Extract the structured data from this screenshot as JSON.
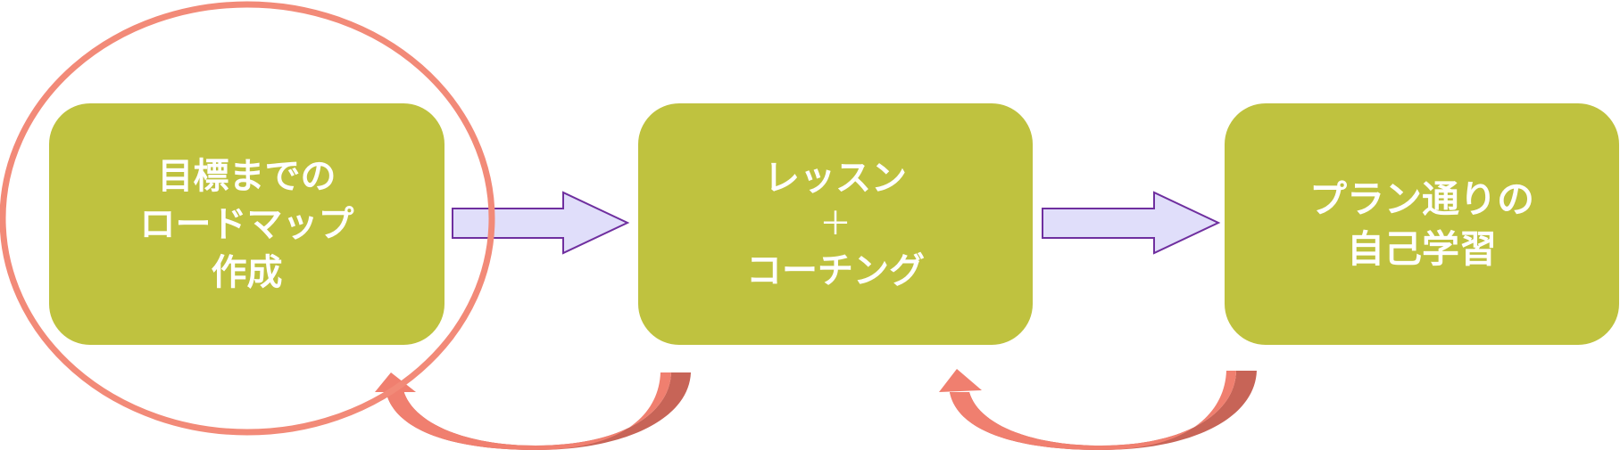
{
  "colors": {
    "box_fill": "#BFC23F",
    "box_text": "#FFFFFF",
    "arrow_fill": "#E0DEFA",
    "arrow_stroke": "#6F2F9F",
    "cycle_accent": "#F28A78",
    "curved_arrow_fill": "#F07F6F",
    "curved_arrow_shade": "#C76457"
  },
  "steps": [
    {
      "lines": [
        "目標までの",
        "ロードマップ",
        "作成"
      ]
    },
    {
      "lines": [
        "レッスン",
        "＋",
        "コーチング"
      ]
    },
    {
      "lines": [
        "プラン通りの",
        "自己学習"
      ]
    }
  ],
  "icons": {
    "forward_arrows": "right-arrow-icon",
    "feedback_arrows": "curved-arrow-icon",
    "highlight": "ellipse-highlight"
  }
}
